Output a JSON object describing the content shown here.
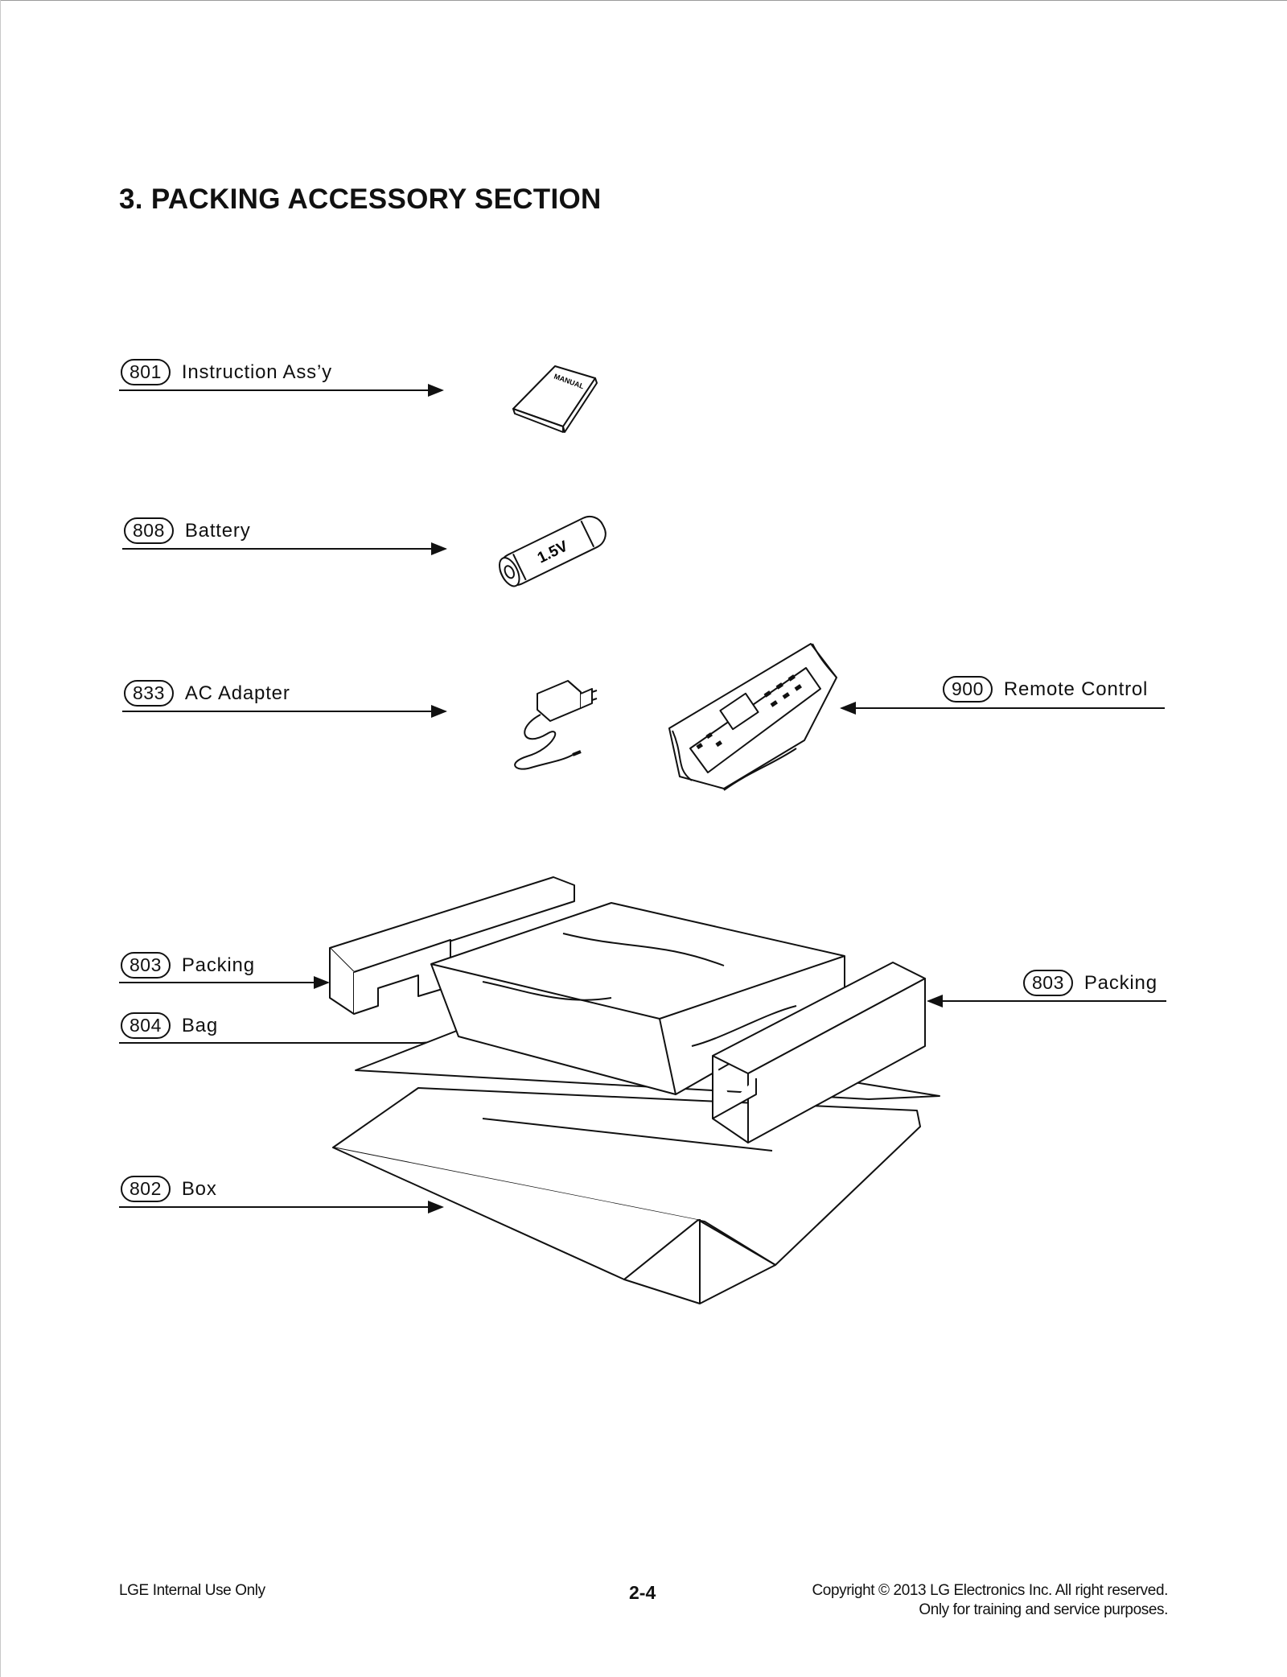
{
  "title": "3. PACKING ACCESSORY SECTION",
  "callouts": {
    "c801": {
      "num": "801",
      "label": "Instruction Ass’y"
    },
    "c808": {
      "num": "808",
      "label": "Battery"
    },
    "c833": {
      "num": "833",
      "label": "AC Adapter"
    },
    "c900": {
      "num": "900",
      "label": "Remote Control"
    },
    "c803a": {
      "num": "803",
      "label": "Packing"
    },
    "c803b": {
      "num": "803",
      "label": "Packing"
    },
    "c804": {
      "num": "804",
      "label": "Bag"
    },
    "c802": {
      "num": "802",
      "label": "Box"
    }
  },
  "illustration_text": {
    "manual": "MANUAL",
    "battery_voltage": "1.5V"
  },
  "footer": {
    "left": "LGE Internal Use Only",
    "page_number": "2-4",
    "copyright_line1": "Copyright © 2013 LG Electronics Inc. All right reserved.",
    "copyright_line2": "Only for training and service purposes."
  }
}
